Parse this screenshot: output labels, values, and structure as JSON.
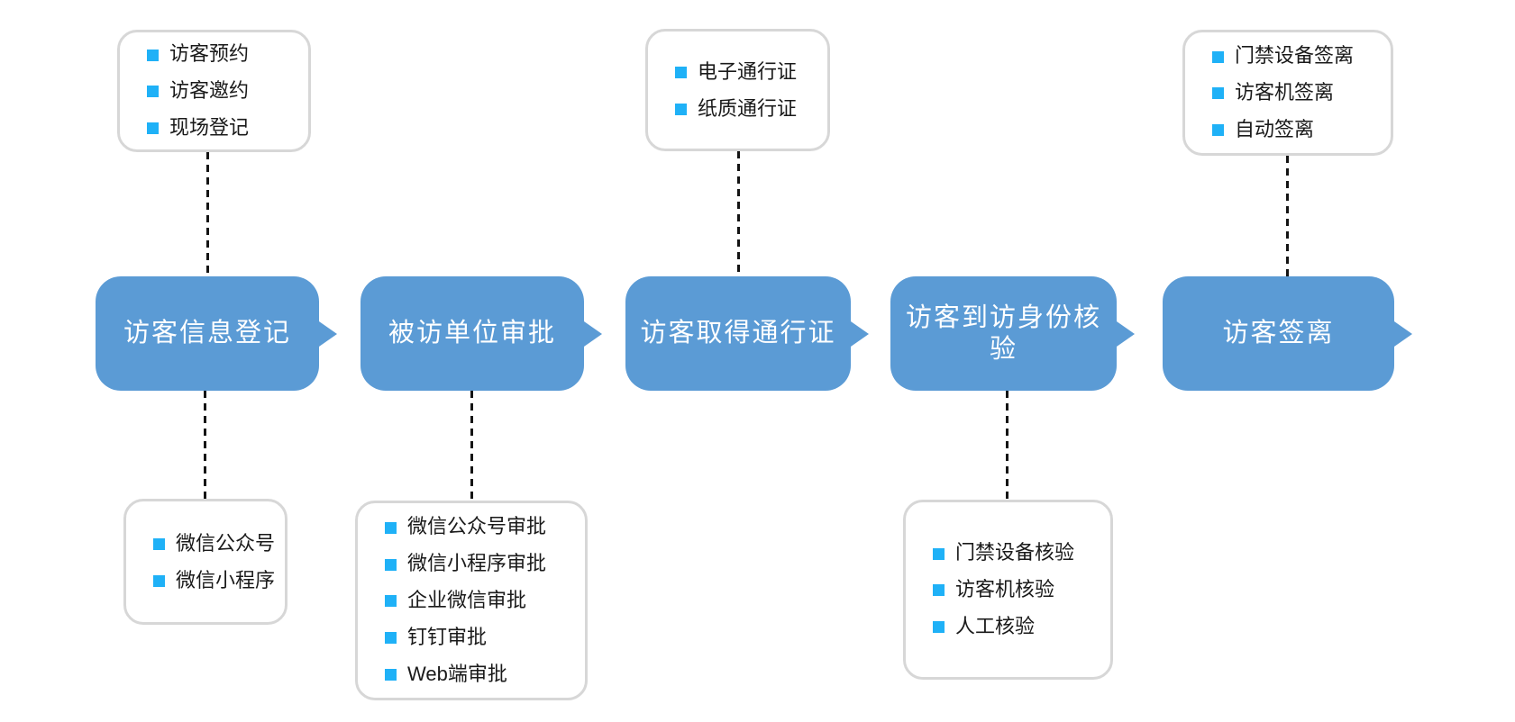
{
  "colors": {
    "step_fill": "#5B9BD5",
    "step_text": "#FFFFFF",
    "bullet": "#1FB1F7",
    "callout_border": "#D7D7D7",
    "connector": "#141414"
  },
  "flow": {
    "steps": [
      {
        "label": "访客信息登记"
      },
      {
        "label": "被访单位审批"
      },
      {
        "label": "访客取得通行证"
      },
      {
        "label": "访客到访身份核验"
      },
      {
        "label": "访客签离"
      }
    ]
  },
  "callouts": {
    "top_registration": {
      "items": [
        "访客预约",
        "访客邀约",
        "现场登记"
      ]
    },
    "top_pass": {
      "items": [
        "电子通行证",
        "纸质通行证"
      ]
    },
    "top_signout": {
      "items": [
        "门禁设备签离",
        "访客机签离",
        "自动签离"
      ]
    },
    "bottom_registration": {
      "items": [
        "微信公众号",
        "微信小程序"
      ]
    },
    "bottom_approval": {
      "items": [
        "微信公众号审批",
        "微信小程序审批",
        "企业微信审批",
        "钉钉审批",
        "Web端审批"
      ]
    },
    "bottom_verification": {
      "items": [
        "门禁设备核验",
        "访客机核验",
        "人工核验"
      ]
    }
  }
}
